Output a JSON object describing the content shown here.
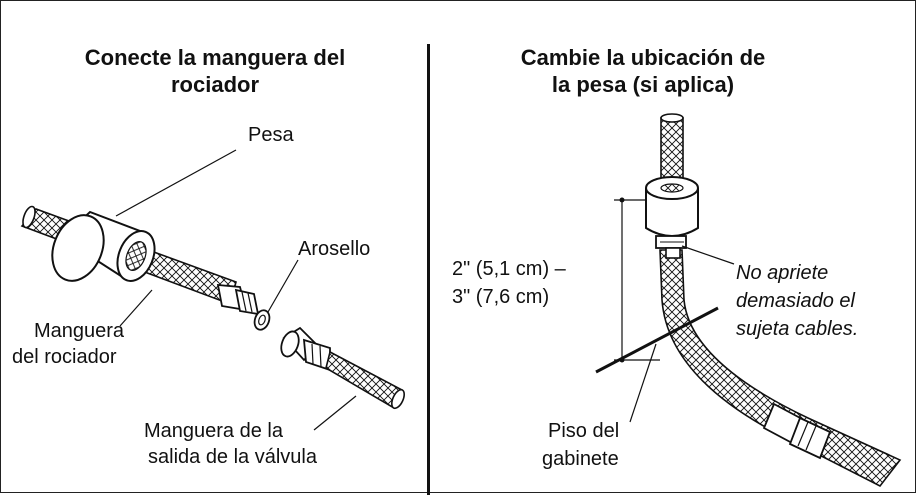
{
  "panels": {
    "left": {
      "title_line1": "Conecte la manguera del",
      "title_line2": "rociador",
      "labels": {
        "weight": "Pesa",
        "o_ring": "Arosello",
        "sprayer_hose_1": "Manguera",
        "sprayer_hose_2": "del rociador",
        "valve_hose_1": "Manguera de la",
        "valve_hose_2": "salida de la válvula"
      }
    },
    "right": {
      "title_line1": "Cambie la ubicación de",
      "title_line2": "la pesa (si aplica)",
      "labels": {
        "distance_1": "2\" (5,1 cm) –",
        "distance_2": "3\" (7,6 cm)",
        "note_1": "No apriete",
        "note_2": "demasiado el",
        "note_3": "sujeta cables.",
        "floor_1": "Piso del",
        "floor_2": "gabinete"
      }
    }
  }
}
